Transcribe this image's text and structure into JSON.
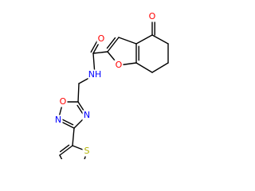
{
  "molecule": {
    "atom_labels": {
      "ketone_o": "O",
      "furan_o": "O",
      "amide_o": "O",
      "amide_n": "NH",
      "oxadiazole_o": "O",
      "oxadiazole_n2": "N",
      "oxadiazole_n4": "N",
      "thiophene_s": "S"
    },
    "colors": {
      "bond": "#000000",
      "oxygen": "#ff0000",
      "nitrogen": "#0000ff",
      "sulfur": "#b2b200"
    }
  }
}
